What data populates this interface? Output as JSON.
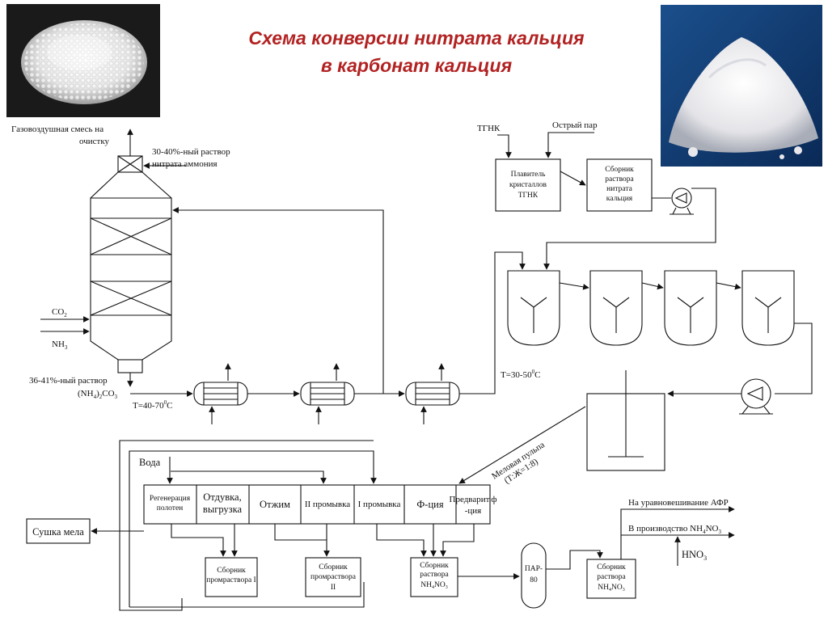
{
  "title": {
    "line1": "Схема конверсии нитрата кальция",
    "line2": "в карбонат кальция"
  },
  "photos": {
    "left": "granules-photo",
    "right": "chalk-powder-photo"
  },
  "labels": {
    "gas_to_cleaning_1": "Газовоздушная смесь на",
    "gas_to_cleaning_2": "очистку",
    "ammonium_solution_1": "30-40%-ный раствор",
    "ammonium_solution_2": "нитрата аммония",
    "co2": "CO",
    "co2_sub": "2",
    "nh3": "NH",
    "nh3_sub": "3",
    "carbonate_solution_1": "36-41%-ный раствор",
    "carbonate_solution_2a": "(NH",
    "carbonate_solution_2b": "4",
    "carbonate_solution_2c": ")",
    "carbonate_solution_2d": "2",
    "carbonate_solution_2e": "CO",
    "carbonate_solution_2f": "3",
    "temp_1a": "T=40-70",
    "temp_1b": "0",
    "temp_1c": "C",
    "temp_2a": "T=30-50",
    "temp_2b": "0",
    "temp_2c": "C",
    "tgnk": "ТГНК",
    "steam": "Острый пар",
    "melter_1": "Плавитель",
    "melter_2": "кристаллов",
    "melter_3": "ТГНК",
    "collector_ca_1": "Сборник",
    "collector_ca_2": "раствора",
    "collector_ca_3": "нитрата",
    "collector_ca_4": "кальция",
    "chalk_slurry_1": "Меловая пульпа",
    "chalk_slurry_2": "(Т:Ж=1:8)",
    "water": "Вода",
    "chalk_drying": "Сушка мела",
    "to_afr": "На уравновешивание АФР",
    "to_production_a": "В производство NH",
    "to_production_b": "4",
    "to_production_c": "NO",
    "to_production_d": "3",
    "hno3_a": "HNO",
    "hno3_b": "3",
    "par80_1": "ПАР-",
    "par80_2": "80"
  },
  "filter_sections": [
    "Регенерация полотен",
    "Отдувка, выгрузка",
    "Отжим",
    "II промывка",
    "I промывка",
    "Ф-ция",
    "Предварит.ф-ция"
  ],
  "filter_section_lines": {
    "regen_1": "Регенерация",
    "regen_2": "полотен",
    "blow_1": "Отдувка,",
    "blow_2": "выгрузка",
    "pre_1": "Предварит.ф",
    "pre_2": "-ция"
  },
  "collectors": {
    "c1_1": "Сборник",
    "c1_2": "промраствора I",
    "c2_1": "Сборник",
    "c2_2": "промраствора",
    "c2_3": "II",
    "c3_1": "Сборник",
    "c3_2": "раствора",
    "c3_3a": "NH",
    "c3_3b": "4",
    "c3_3c": "NO",
    "c3_3d": "3",
    "c4_1": "Сборник",
    "c4_2": "раствора",
    "c4_3a": "NH",
    "c4_3b": "4",
    "c4_3c": "NO",
    "c4_3d": "3"
  }
}
